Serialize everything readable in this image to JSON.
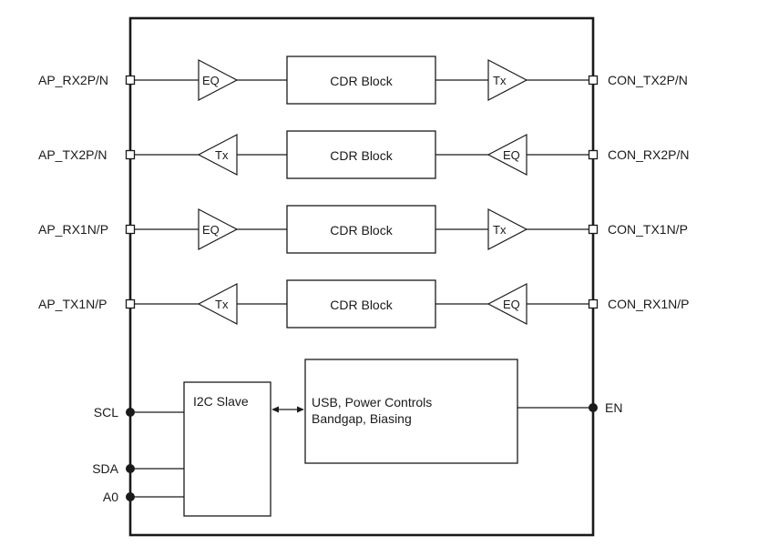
{
  "lanes": [
    {
      "left_pin": "AP_RX2P/N",
      "right_pin": "CON_TX2P/N",
      "left_amp": "EQ",
      "right_amp": "Tx",
      "block": "CDR Block",
      "direction": "right"
    },
    {
      "left_pin": "AP_TX2P/N",
      "right_pin": "CON_RX2P/N",
      "left_amp": "Tx",
      "right_amp": "EQ",
      "block": "CDR Block",
      "direction": "left"
    },
    {
      "left_pin": "AP_RX1N/P",
      "right_pin": "CON_TX1N/P",
      "left_amp": "EQ",
      "right_amp": "Tx",
      "block": "CDR Block",
      "direction": "right"
    },
    {
      "left_pin": "AP_TX1N/P",
      "right_pin": "CON_RX1N/P",
      "left_amp": "Tx",
      "right_amp": "EQ",
      "block": "CDR Block",
      "direction": "left"
    }
  ],
  "i2c": {
    "label": "I2C Slave",
    "pins": [
      "SCL",
      "SDA",
      "A0"
    ]
  },
  "control": {
    "line1": "USB, Power Controls",
    "line2": "Bandgap, Biasing",
    "pin": "EN"
  }
}
